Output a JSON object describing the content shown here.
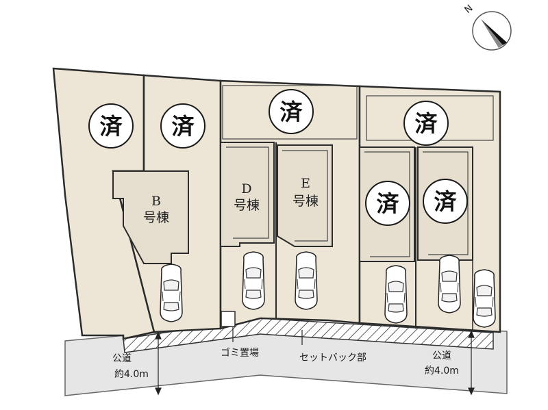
{
  "colors": {
    "lot_fill": "#ede6d7",
    "road_fill": "#e6e6e6",
    "line": "#2b2b2b",
    "hatch": "#333333"
  },
  "compass": {
    "north_label": "N",
    "icon": "compass-icon"
  },
  "sold_marks": [
    {
      "id": "lot-1",
      "label": "済"
    },
    {
      "id": "lot-2",
      "label": "済"
    },
    {
      "id": "lot-3",
      "label": "済"
    },
    {
      "id": "lot-4",
      "label": "済"
    },
    {
      "id": "lot-5",
      "label": "済"
    },
    {
      "id": "lot-6",
      "label": "済"
    }
  ],
  "buildings": {
    "b": {
      "letter": "B",
      "name": "号棟"
    },
    "d": {
      "letter": "D",
      "name": "号棟"
    },
    "e": {
      "letter": "E",
      "name": "号棟"
    }
  },
  "labels": {
    "road_left": {
      "line1": "公道",
      "line2": "約4.0m"
    },
    "road_right": {
      "line1": "公道",
      "line2": "約4.0m"
    },
    "garbage": "ゴミ置場",
    "setback": "セットバック部"
  }
}
